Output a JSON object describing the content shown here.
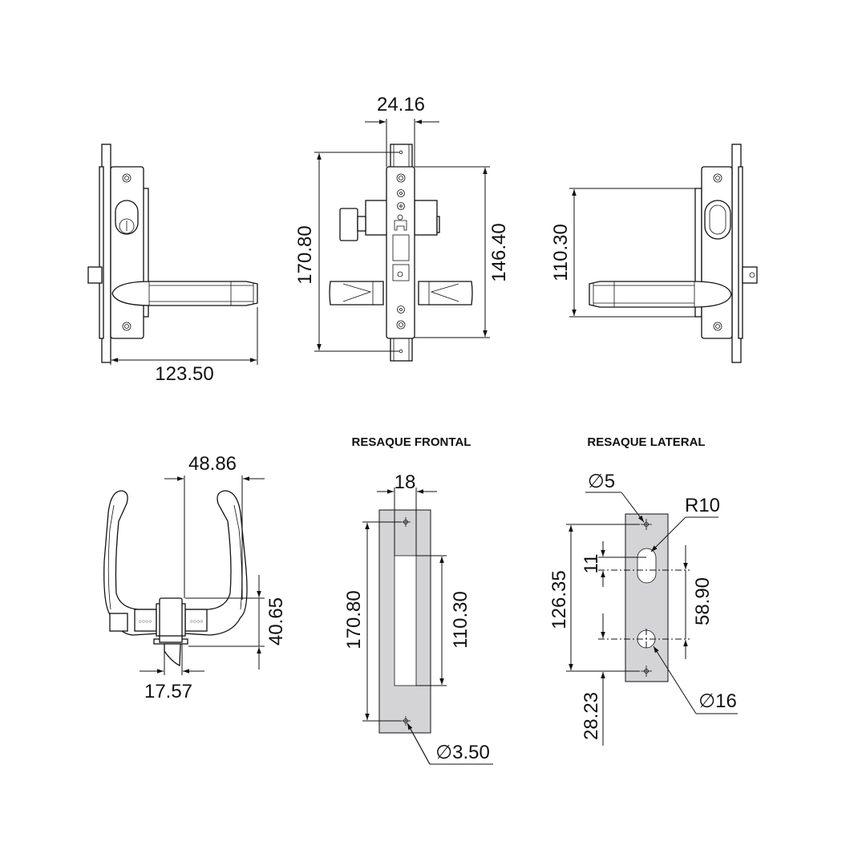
{
  "side_view_left": {
    "width_dim": "123.50"
  },
  "front_view": {
    "faceplate_width_dim": "24.16",
    "overall_height_dim": "170.80",
    "faceplate_height_dim": "146.40"
  },
  "side_view_right": {
    "cylinder_height_dim": "110.30"
  },
  "top_view": {
    "projection_dim": "48.86",
    "depth_dim": "40.65",
    "latch_width_dim": "17.57"
  },
  "resaque_frontal": {
    "title": "RESAQUE FRONTAL",
    "width_dim": "18",
    "height_dim": "170.80",
    "slot_height_dim": "110.30",
    "hole_dim": "∅3.50"
  },
  "resaque_lateral": {
    "title": "RESAQUE LATERAL",
    "hole_dim": "∅5",
    "radius_dim": "R10",
    "slot_dim": "11",
    "hole_spacing_dim": "126.35",
    "cylinder_offset_dim": "58.90",
    "bottom_offset_dim": "28.23",
    "cylinder_hole_dim": "∅16"
  }
}
